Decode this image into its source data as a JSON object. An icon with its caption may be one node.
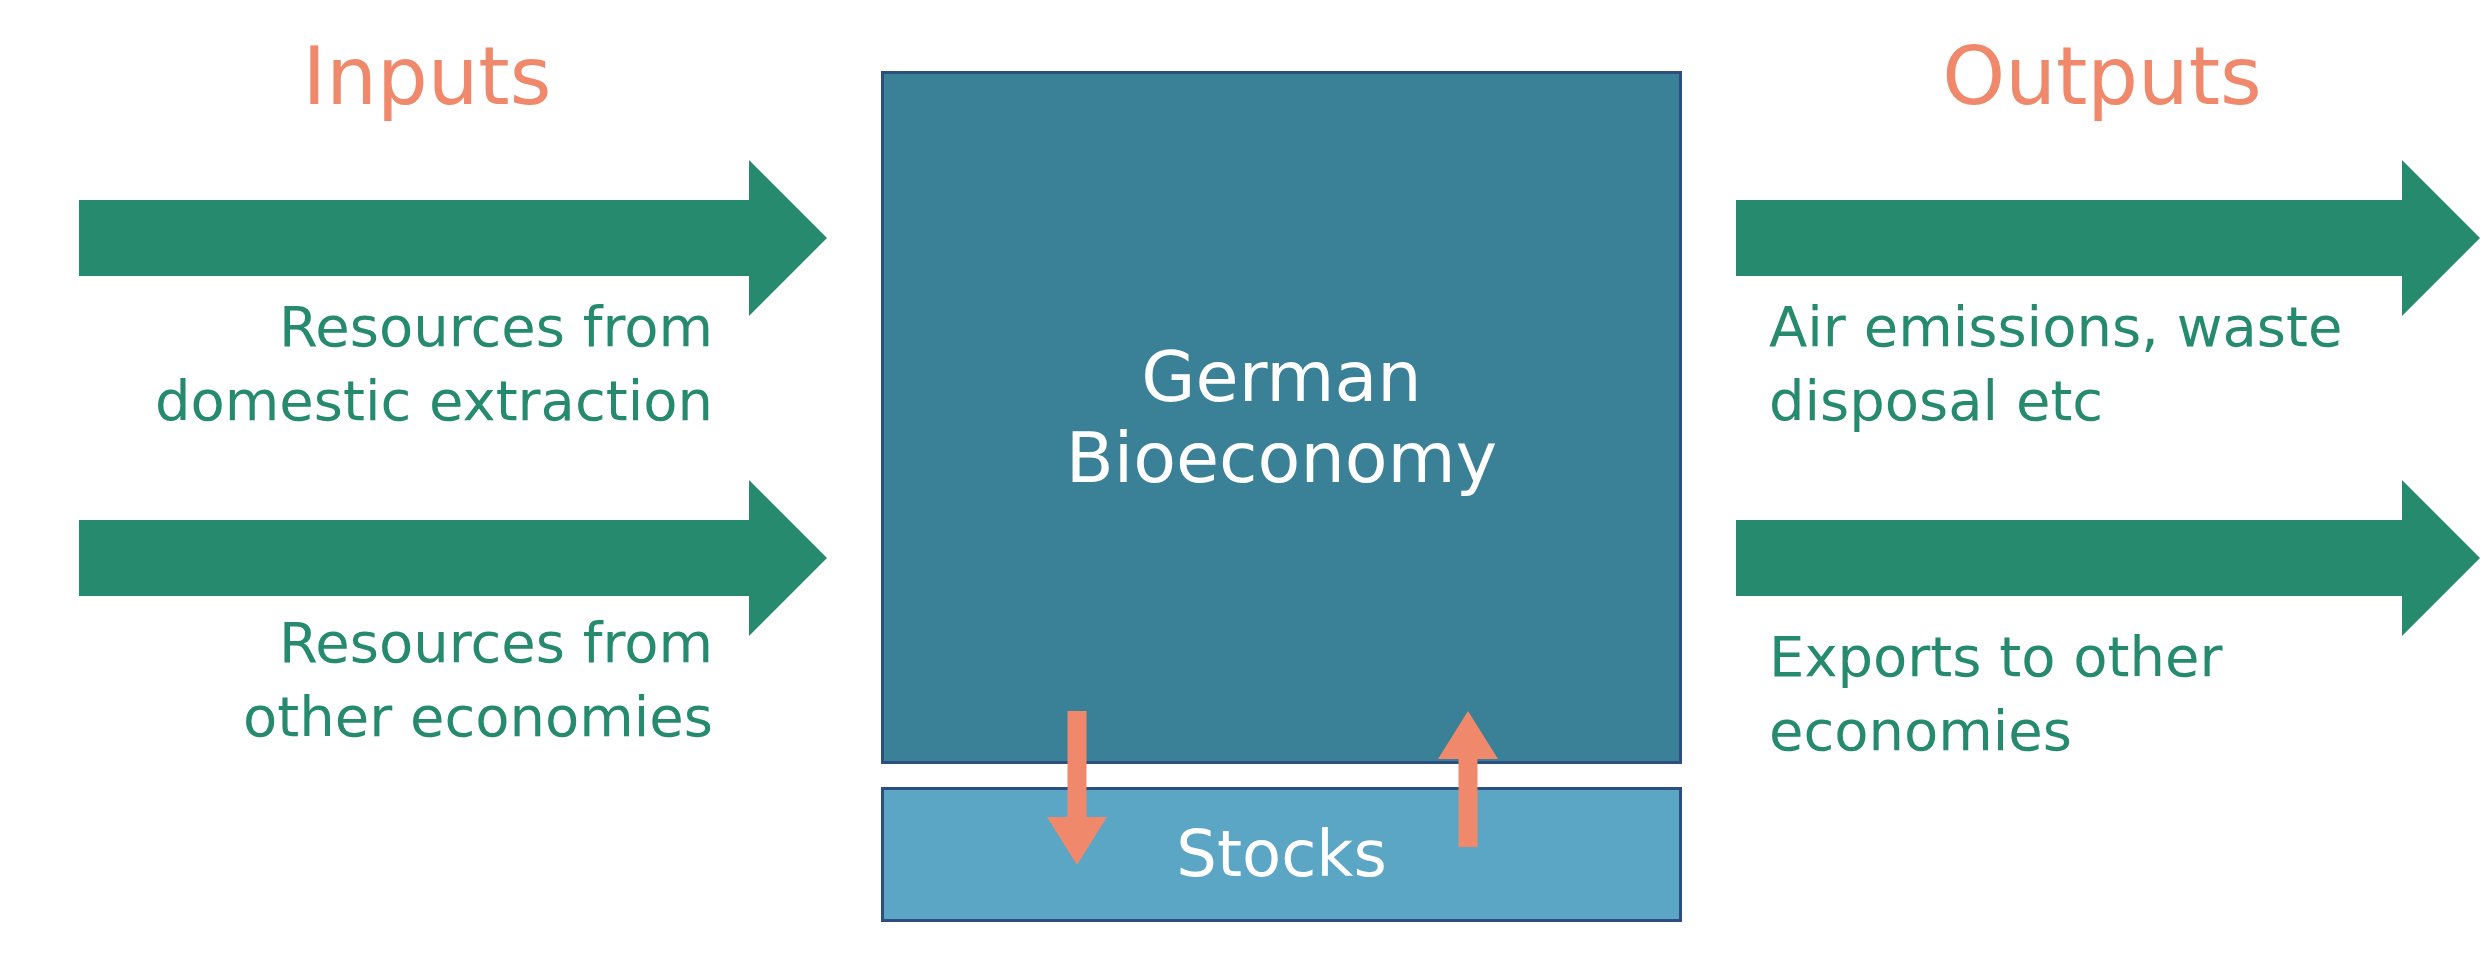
{
  "diagram": {
    "nodes": [
      {
        "text": [
          "German Bioeconomy"
        ]
      },
      {
        "text": [
          "Stocks"
        ]
      }
    ],
    "edges": [
      {
        "from": null,
        "to": 0,
        "arrow": "to",
        "label": "Resources from domestic extraction"
      },
      {
        "from": null,
        "to": 0,
        "arrow": "to",
        "label": "Resources from other economies"
      },
      {
        "from": 0,
        "to": null,
        "arrow": "to",
        "label": "Air emissions, waste disposal etc"
      },
      {
        "from": 0,
        "to": null,
        "arrow": "to",
        "label": "Exports to other economies"
      },
      {
        "from": 0,
        "to": 1,
        "arrow": "to",
        "color": "#f0896b"
      },
      {
        "from": 1,
        "to": 0,
        "arrow": "to",
        "color": "#f0896b"
      }
    ],
    "labels": [
      "Inputs",
      "Outputs"
    ]
  }
}
